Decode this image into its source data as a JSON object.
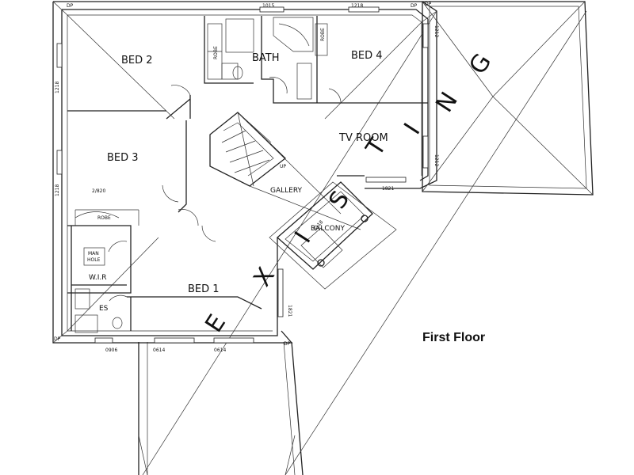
{
  "title": "First Floor",
  "existing_letters": [
    "E",
    "X",
    "I",
    "S",
    "T",
    "I",
    "N",
    "G"
  ],
  "rooms": {
    "bed2": "BED 2",
    "bed3": "BED 3",
    "bed4": "BED 4",
    "bed1": "BED 1",
    "bath": "BATH",
    "tv_room": "TV ROOM",
    "gallery": "GALLERY",
    "balcony": "BALCONY",
    "wir": "W.I.R",
    "es": "ES",
    "man_hole": [
      "MAN",
      "HOLE"
    ],
    "robe_bed3": "ROBE",
    "robe_bath_left": "ROBE",
    "robe_bath_right": "ROBE"
  },
  "labels": {
    "up": "UP",
    "door_2820": "2/820",
    "balcony_dim": "2118",
    "balcony_dim2": "1821"
  },
  "dimensions": {
    "top_1015": "1015",
    "top_1218": "1218",
    "left_1218_a": "1218",
    "left_1218_b": "1218",
    "right_1212_a": "1212",
    "right_1212_b": "1212",
    "tv_1821": "1821",
    "right_1821": "1821",
    "bottom_0906": "0906",
    "bottom_0614_a": "0614",
    "bottom_0614_b": "0614"
  },
  "corner_markers": {
    "dp_tl": "DP",
    "dp_tr": "DP",
    "dp_tr2": "DP",
    "dp_bl": "DP",
    "dp_br": "DP"
  }
}
